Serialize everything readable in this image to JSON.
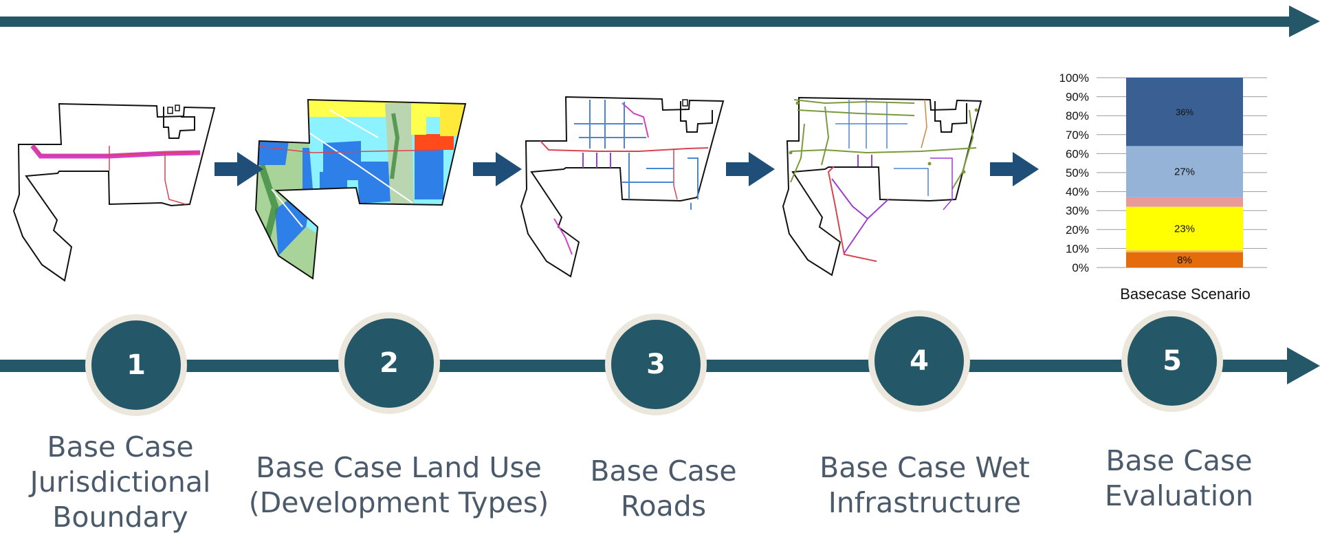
{
  "steps": [
    {
      "number": "1",
      "label_lines": [
        "Base Case",
        "Jurisdictional",
        "Boundary"
      ]
    },
    {
      "number": "2",
      "label_lines": [
        "Base Case Land Use",
        "(Development Types)"
      ]
    },
    {
      "number": "3",
      "label_lines": [
        "Base Case",
        "Roads"
      ]
    },
    {
      "number": "4",
      "label_lines": [
        "Base Case Wet",
        "Infrastructure"
      ]
    },
    {
      "number": "5",
      "label_lines": [
        "Base Case",
        "Evaluation"
      ]
    }
  ],
  "colors": {
    "timeline": "#245868",
    "circle_fill": "#245868",
    "circle_ring": "#ece7dc",
    "step_arrow": "#1f4e79",
    "label_text": "#4b5a6b",
    "road_red": "#d9434f",
    "road_pink": "#d63fc5",
    "road_blue": "#4a86d4",
    "road_purple": "#9b3fd1",
    "water_green": "#7a9a3a"
  },
  "chart_data": {
    "type": "bar",
    "stacked": true,
    "categories": [
      "Basecase Scenario"
    ],
    "xlabel": "Basecase Scenario",
    "ylim": [
      0,
      100
    ],
    "ytick_labels": [
      "0%",
      "10%",
      "20%",
      "30%",
      "40%",
      "50%",
      "60%",
      "70%",
      "80%",
      "90%",
      "100%"
    ],
    "grid": true,
    "series": [
      {
        "values": [
          8
        ],
        "color": "#e46c0a",
        "label": "8%"
      },
      {
        "values": [
          1
        ],
        "color": "#f6b26b",
        "label": ""
      },
      {
        "values": [
          23
        ],
        "color": "#ffff00",
        "label": "23%"
      },
      {
        "values": [
          5
        ],
        "color": "#e99a98",
        "label": ""
      },
      {
        "values": [
          27
        ],
        "color": "#95b3d7",
        "label": "27%"
      },
      {
        "values": [
          36
        ],
        "color": "#3a5f93",
        "label": "36%"
      }
    ]
  }
}
